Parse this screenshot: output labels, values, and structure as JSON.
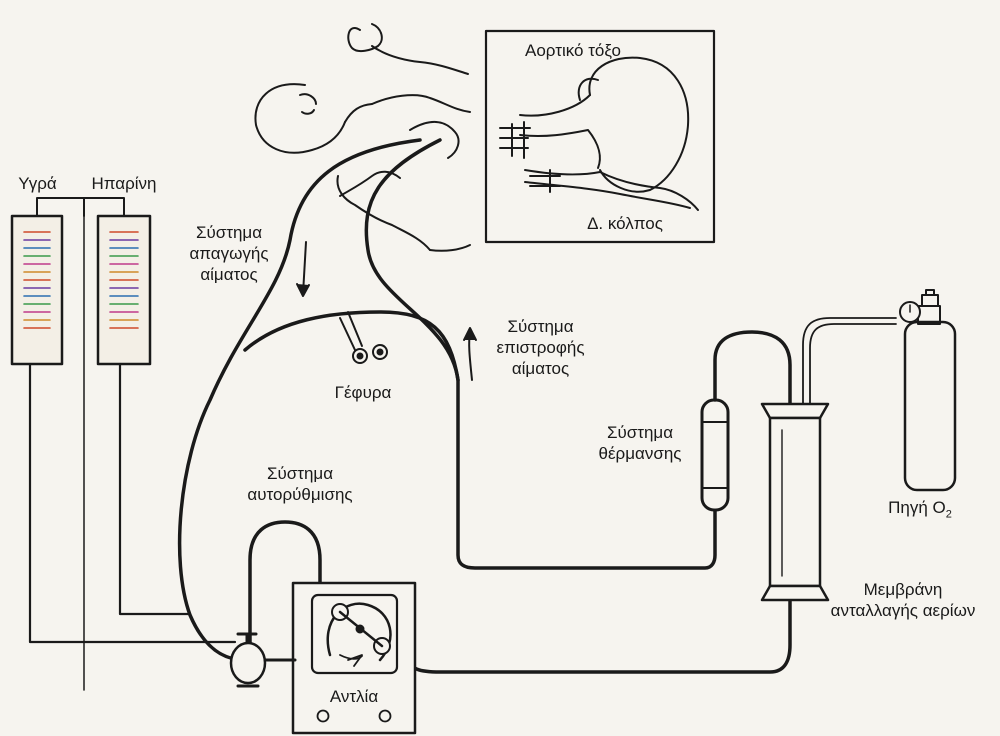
{
  "labels": {
    "fluids": "Υγρά",
    "heparin": "Ηπαρίνη",
    "aortic_arch": "Αορτικό τόξο",
    "right_atrium": "Δ. κόλπος",
    "drainage": [
      "Σύστημα",
      "απαγωγής",
      "αίματος"
    ],
    "return": [
      "Σύστημα",
      "επιστροφής",
      "αίματος"
    ],
    "bridge": "Γέφυρα",
    "heating": [
      "Σύστημα",
      "θέρμανσης"
    ],
    "o2_source": "Πηγή O",
    "o2_subscript": "2",
    "self_regulation": [
      "Σύστημα",
      "αυτορύθμισης"
    ],
    "membrane": [
      "Μεμβράνη",
      "ανταλλαγής αερίων"
    ],
    "pump": "Αντλία"
  },
  "colors": {
    "line": "#1a1a1a",
    "background": "#f6f4ef",
    "bag_fill": "#f3efe6",
    "scale_marks": [
      "#d04a2a",
      "#6b3aa0",
      "#2a6fb0",
      "#3a9a4a",
      "#c03a8a",
      "#d08a2a"
    ]
  }
}
